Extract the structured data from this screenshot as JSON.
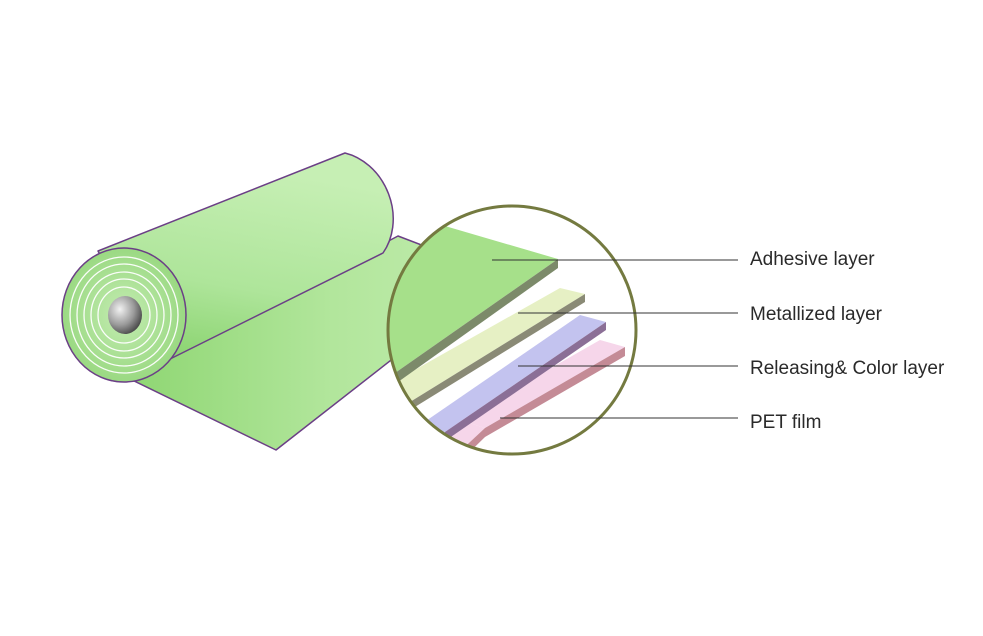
{
  "diagram": {
    "layers": [
      {
        "label": "Adhesive layer",
        "color": "#a6e08a"
      },
      {
        "label": "Metallized layer",
        "color": "#e6f0c4"
      },
      {
        "label": "Releasing& Color layer",
        "color": "#c3c3ef"
      },
      {
        "label": "PET film",
        "color": "#f6d6ea"
      }
    ],
    "colors": {
      "roll_green": "#9fdc86",
      "roll_outline": "#6b3f86",
      "magnifier_ring": "#747a40",
      "leader_line": "#333333"
    }
  }
}
